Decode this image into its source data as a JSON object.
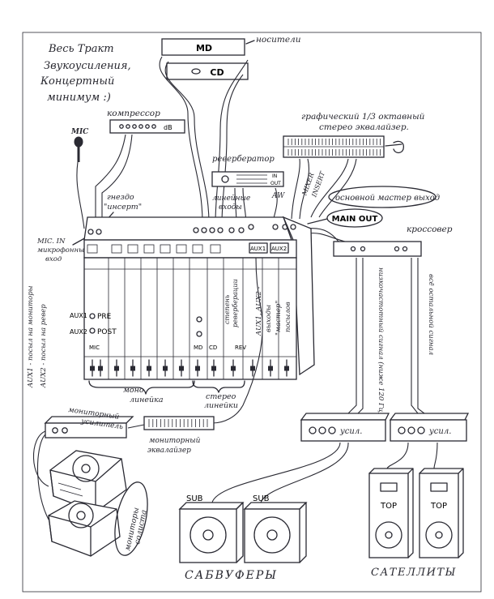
{
  "title": [
    "Весь Тракт",
    "Звукоусиления,",
    "Концертный",
    "минимум :)"
  ],
  "labels": {
    "md": "MD",
    "cd": "CD",
    "carriers": "носители",
    "compressor": "компрессор",
    "compressor_db": "dB",
    "mic": "MIC",
    "geq_title_1": "графический 1/3 октавный",
    "geq_title_2": "стерео эквалайзер.",
    "reverb": "ревербератор",
    "reverb_in": "IN",
    "reverb_out": "OUT",
    "reverb_return": [
      "линейные",
      "входы"
    ],
    "aux_in_label": "AW",
    "mixer_insert": [
      "MIXER",
      "INSERT"
    ],
    "main_out_bubble": "основной мастер выход",
    "main_out": "MAIN OUT",
    "crossover": "кроссовер",
    "insert_jack": [
      "гнездо",
      "\"инсерт\""
    ],
    "mic_in": [
      "MIC. IN",
      "микрофонный",
      "вход"
    ],
    "aux1_send": "AUX1 - посыл на мониторы",
    "aux2_send": "AUX2 - посыл на ревер",
    "aux1_ch": "AUX1",
    "aux2_ch": "AUX2",
    "pre": "PRE",
    "post": "POST",
    "mic_ch": "MIC",
    "md_ch": "MD",
    "cd_ch": "CD",
    "rev_ch": "REV",
    "aux1_master": "AUX1",
    "aux2_master": "AUX2",
    "reverb_return_strip": [
      "степень",
      "реверберации"
    ],
    "aux_masters_note": [
      "AUX1, AUX2 -",
      "выходы",
      "\"мастер\"",
      "посылов"
    ],
    "mono_lines": [
      "моно",
      "линейка"
    ],
    "stereo_lines": [
      "стерео",
      "линейки"
    ],
    "low_freq_signal": "низкочастотный сигнал (ниже 120 Гц)",
    "hi_freq_signal": "всё остальной сигнал",
    "monitor_amp": [
      "мониторный",
      "усилитель"
    ],
    "monitor_eq": [
      "мониторный",
      "эквалайзер"
    ],
    "soloist_monitors": [
      "мониторы",
      "солиста"
    ],
    "amp_sub": "усил.",
    "amp_top": "усил.",
    "sub": "SUB",
    "top": "TOP",
    "subwoofers": "САБВУФЕРЫ",
    "satellites": "САТЕЛЛИТЫ"
  },
  "colors": {
    "ink": "#2a2a33",
    "paper": "#ffffff"
  }
}
